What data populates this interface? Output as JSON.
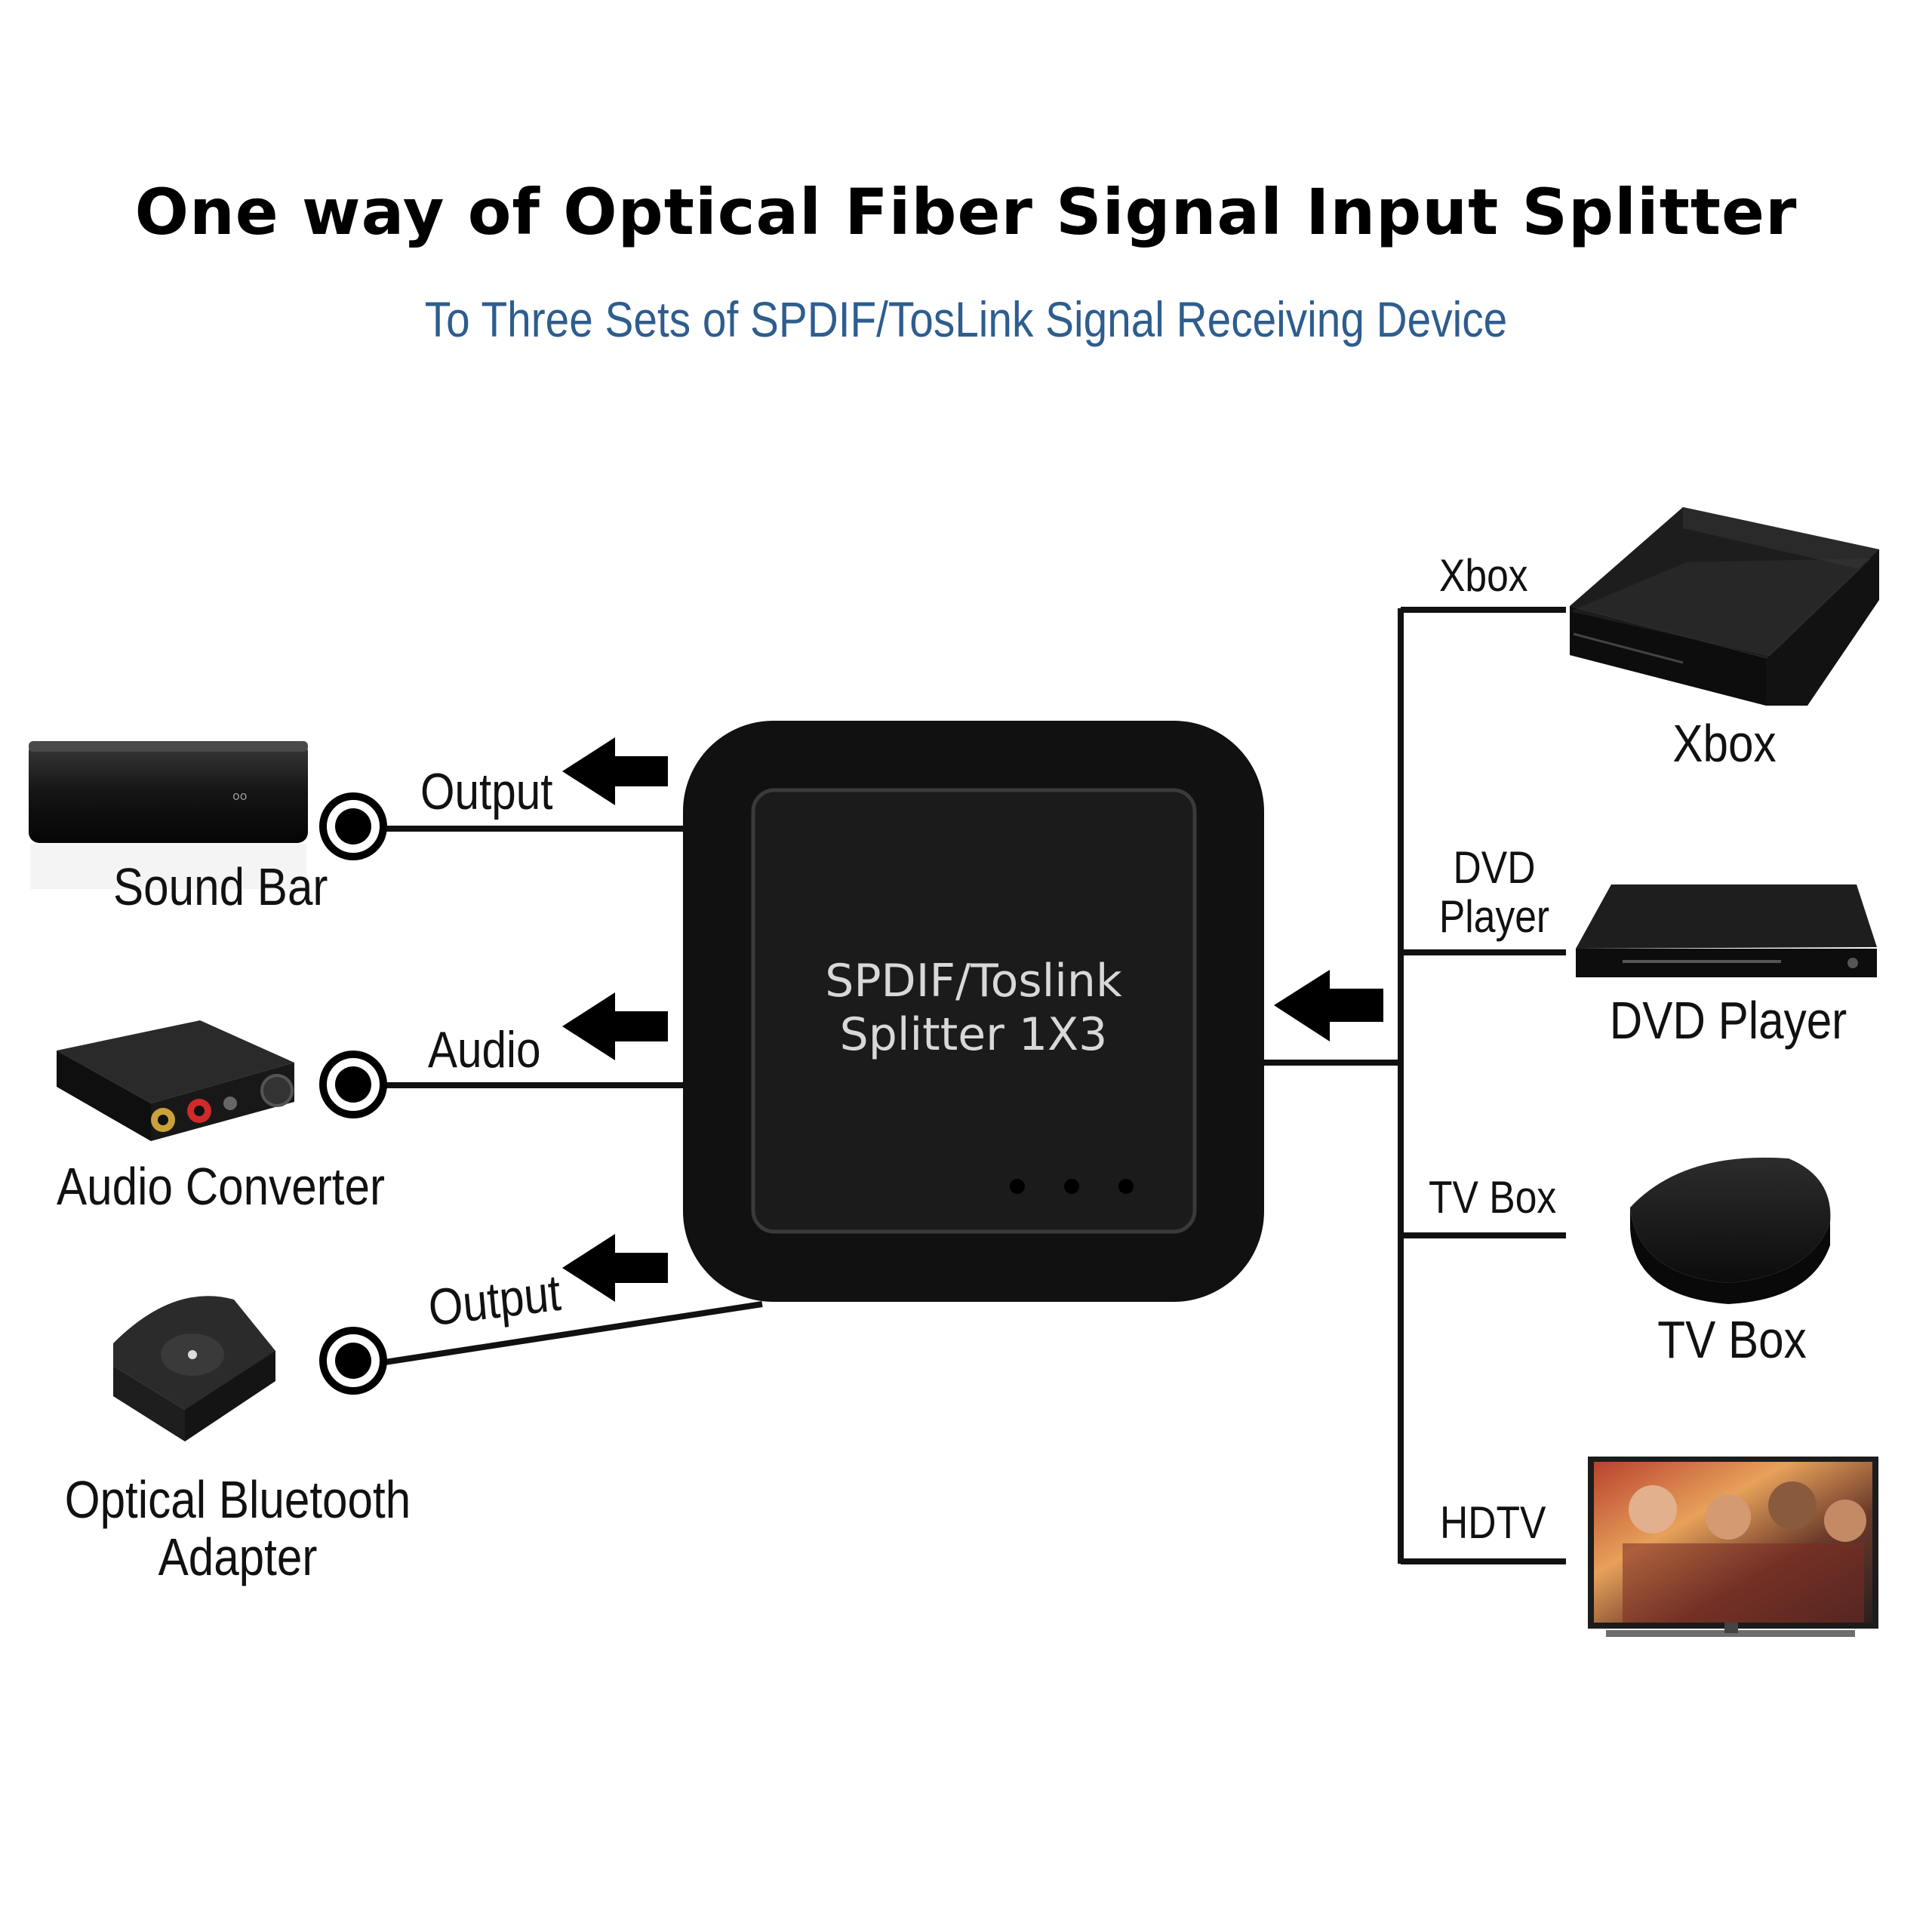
{
  "header": {
    "title": "One way of Optical Fiber Signal Input Splitter",
    "subtitle": "To Three Sets of SPDIF/TosLink Signal Receiving Device"
  },
  "colors": {
    "title": "#000000",
    "subtitle": "#2e5d8e",
    "device_body": "#131313",
    "line": "#111111"
  },
  "splitter": {
    "line1": "SPDIF/Toslink",
    "line2": "Splitter 1X3"
  },
  "outputs": [
    {
      "device": "Sound Bar",
      "link_label": "Output",
      "icon": "soundbar-icon"
    },
    {
      "device": "Audio Converter",
      "link_label": "Audio",
      "icon": "audio-converter-icon"
    },
    {
      "device_line1": "Optical Bluetooth",
      "device_line2": "Adapter",
      "link_label": "Output",
      "icon": "bluetooth-adapter-icon"
    }
  ],
  "inputs": [
    {
      "device": "Xbox",
      "link_label": "Xbox",
      "icon": "xbox-icon"
    },
    {
      "device": "DVD Player",
      "link_label_line1": "DVD",
      "link_label_line2": "Player",
      "icon": "dvd-player-icon"
    },
    {
      "device": "TV Box",
      "link_label": "TV Box",
      "icon": "tv-box-icon"
    },
    {
      "device": "",
      "link_label": "HDTV",
      "icon": "hdtv-icon"
    }
  ]
}
